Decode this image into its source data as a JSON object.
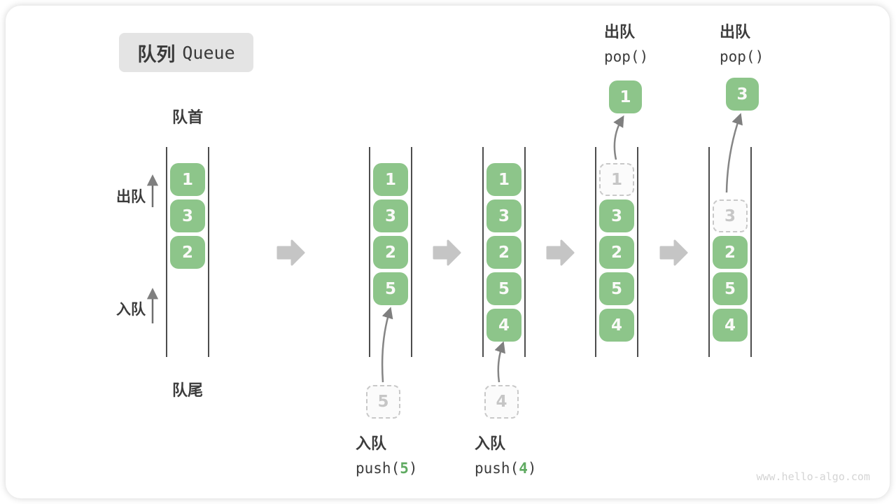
{
  "title": {
    "zh": "队列",
    "en": "Queue"
  },
  "side_labels": {
    "front": "队首",
    "rear": "队尾",
    "dequeue": "出队",
    "enqueue": "入队"
  },
  "queues": [
    {
      "items": [
        "1",
        "3",
        "2"
      ]
    },
    {
      "items": [
        "1",
        "3",
        "2",
        "5"
      ]
    },
    {
      "items": [
        "1",
        "3",
        "2",
        "5",
        "4"
      ]
    },
    {
      "removed": "1",
      "items": [
        "3",
        "2",
        "5",
        "4"
      ]
    },
    {
      "removed": "3",
      "items": [
        "2",
        "5",
        "4"
      ]
    }
  ],
  "enqueue_ops": [
    {
      "label": "入队",
      "code_fn": "push(",
      "arg": "5",
      "code_close": ")",
      "incoming": "5"
    },
    {
      "label": "入队",
      "code_fn": "push(",
      "arg": "4",
      "code_close": ")",
      "incoming": "4"
    }
  ],
  "dequeue_ops": [
    {
      "label": "出队",
      "code": "pop()",
      "value": "1"
    },
    {
      "label": "出队",
      "code": "pop()",
      "value": "3"
    }
  ],
  "colors": {
    "cell_green": "#8dc58a",
    "cell_text": "#fafaf8",
    "ghost_border": "#c9c9c9",
    "ghost_text": "#c6c6c6",
    "block_arrow": "#c5c5c5",
    "curve_arrow": "#858585",
    "wall": "#4d4d4d",
    "text_dark": "#3c3c3c",
    "code_arg_green": "#5faa61",
    "title_bg": "#e4e4e4"
  },
  "watermark": "www.hello-algo.com"
}
